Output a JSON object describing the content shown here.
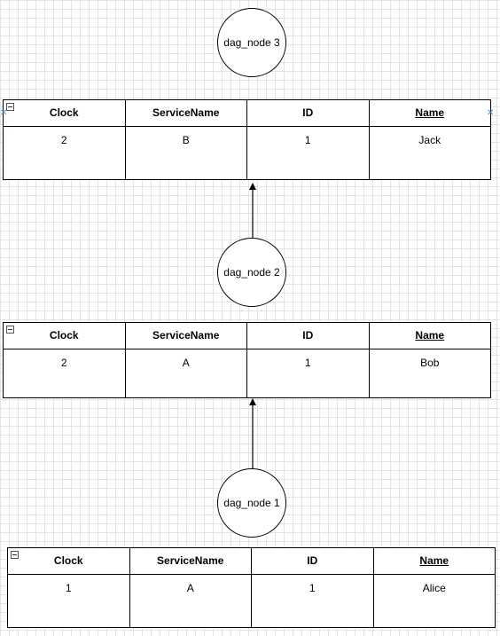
{
  "nodes": [
    {
      "label": "dag_node 3"
    },
    {
      "label": "dag_node 2"
    },
    {
      "label": "dag_node 1"
    }
  ],
  "tables": [
    {
      "headers": [
        "Clock",
        "ServiceName",
        "ID",
        "Name"
      ],
      "key_column": "Name",
      "row": [
        "2",
        "B",
        "1",
        "Jack"
      ]
    },
    {
      "headers": [
        "Clock",
        "ServiceName",
        "ID",
        "Name"
      ],
      "key_column": "Name",
      "row": [
        "2",
        "A",
        "1",
        "Bob"
      ]
    },
    {
      "headers": [
        "Clock",
        "ServiceName",
        "ID",
        "Name"
      ],
      "key_column": "Name",
      "row": [
        "1",
        "A",
        "1",
        "Alice"
      ]
    }
  ],
  "edges": [
    {
      "from": "dag_node 2",
      "to": "table 1"
    },
    {
      "from": "dag_node 1",
      "to": "table 2"
    }
  ],
  "colors": {
    "grid": "#e4e4e4",
    "stroke": "#000000",
    "selection_handle": "#3c8fdd"
  }
}
